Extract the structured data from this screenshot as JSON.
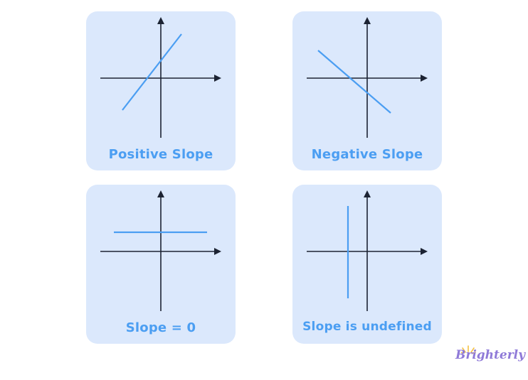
{
  "cards": [
    {
      "label": "Positive Slope",
      "slope_type": "positive"
    },
    {
      "label": "Negative Slope",
      "slope_type": "negative"
    },
    {
      "label": "Slope = 0",
      "slope_type": "zero"
    },
    {
      "label": "Slope is undefined",
      "slope_type": "undefined"
    }
  ],
  "brand": {
    "name": "Brighterly"
  },
  "colors": {
    "card_background": "#dbe8fc",
    "axis": "#1c2333",
    "line": "#4b9ef2",
    "label": "#4b9ef2",
    "brand": "#8f7ad8",
    "brand_sun": "#f5c242"
  }
}
